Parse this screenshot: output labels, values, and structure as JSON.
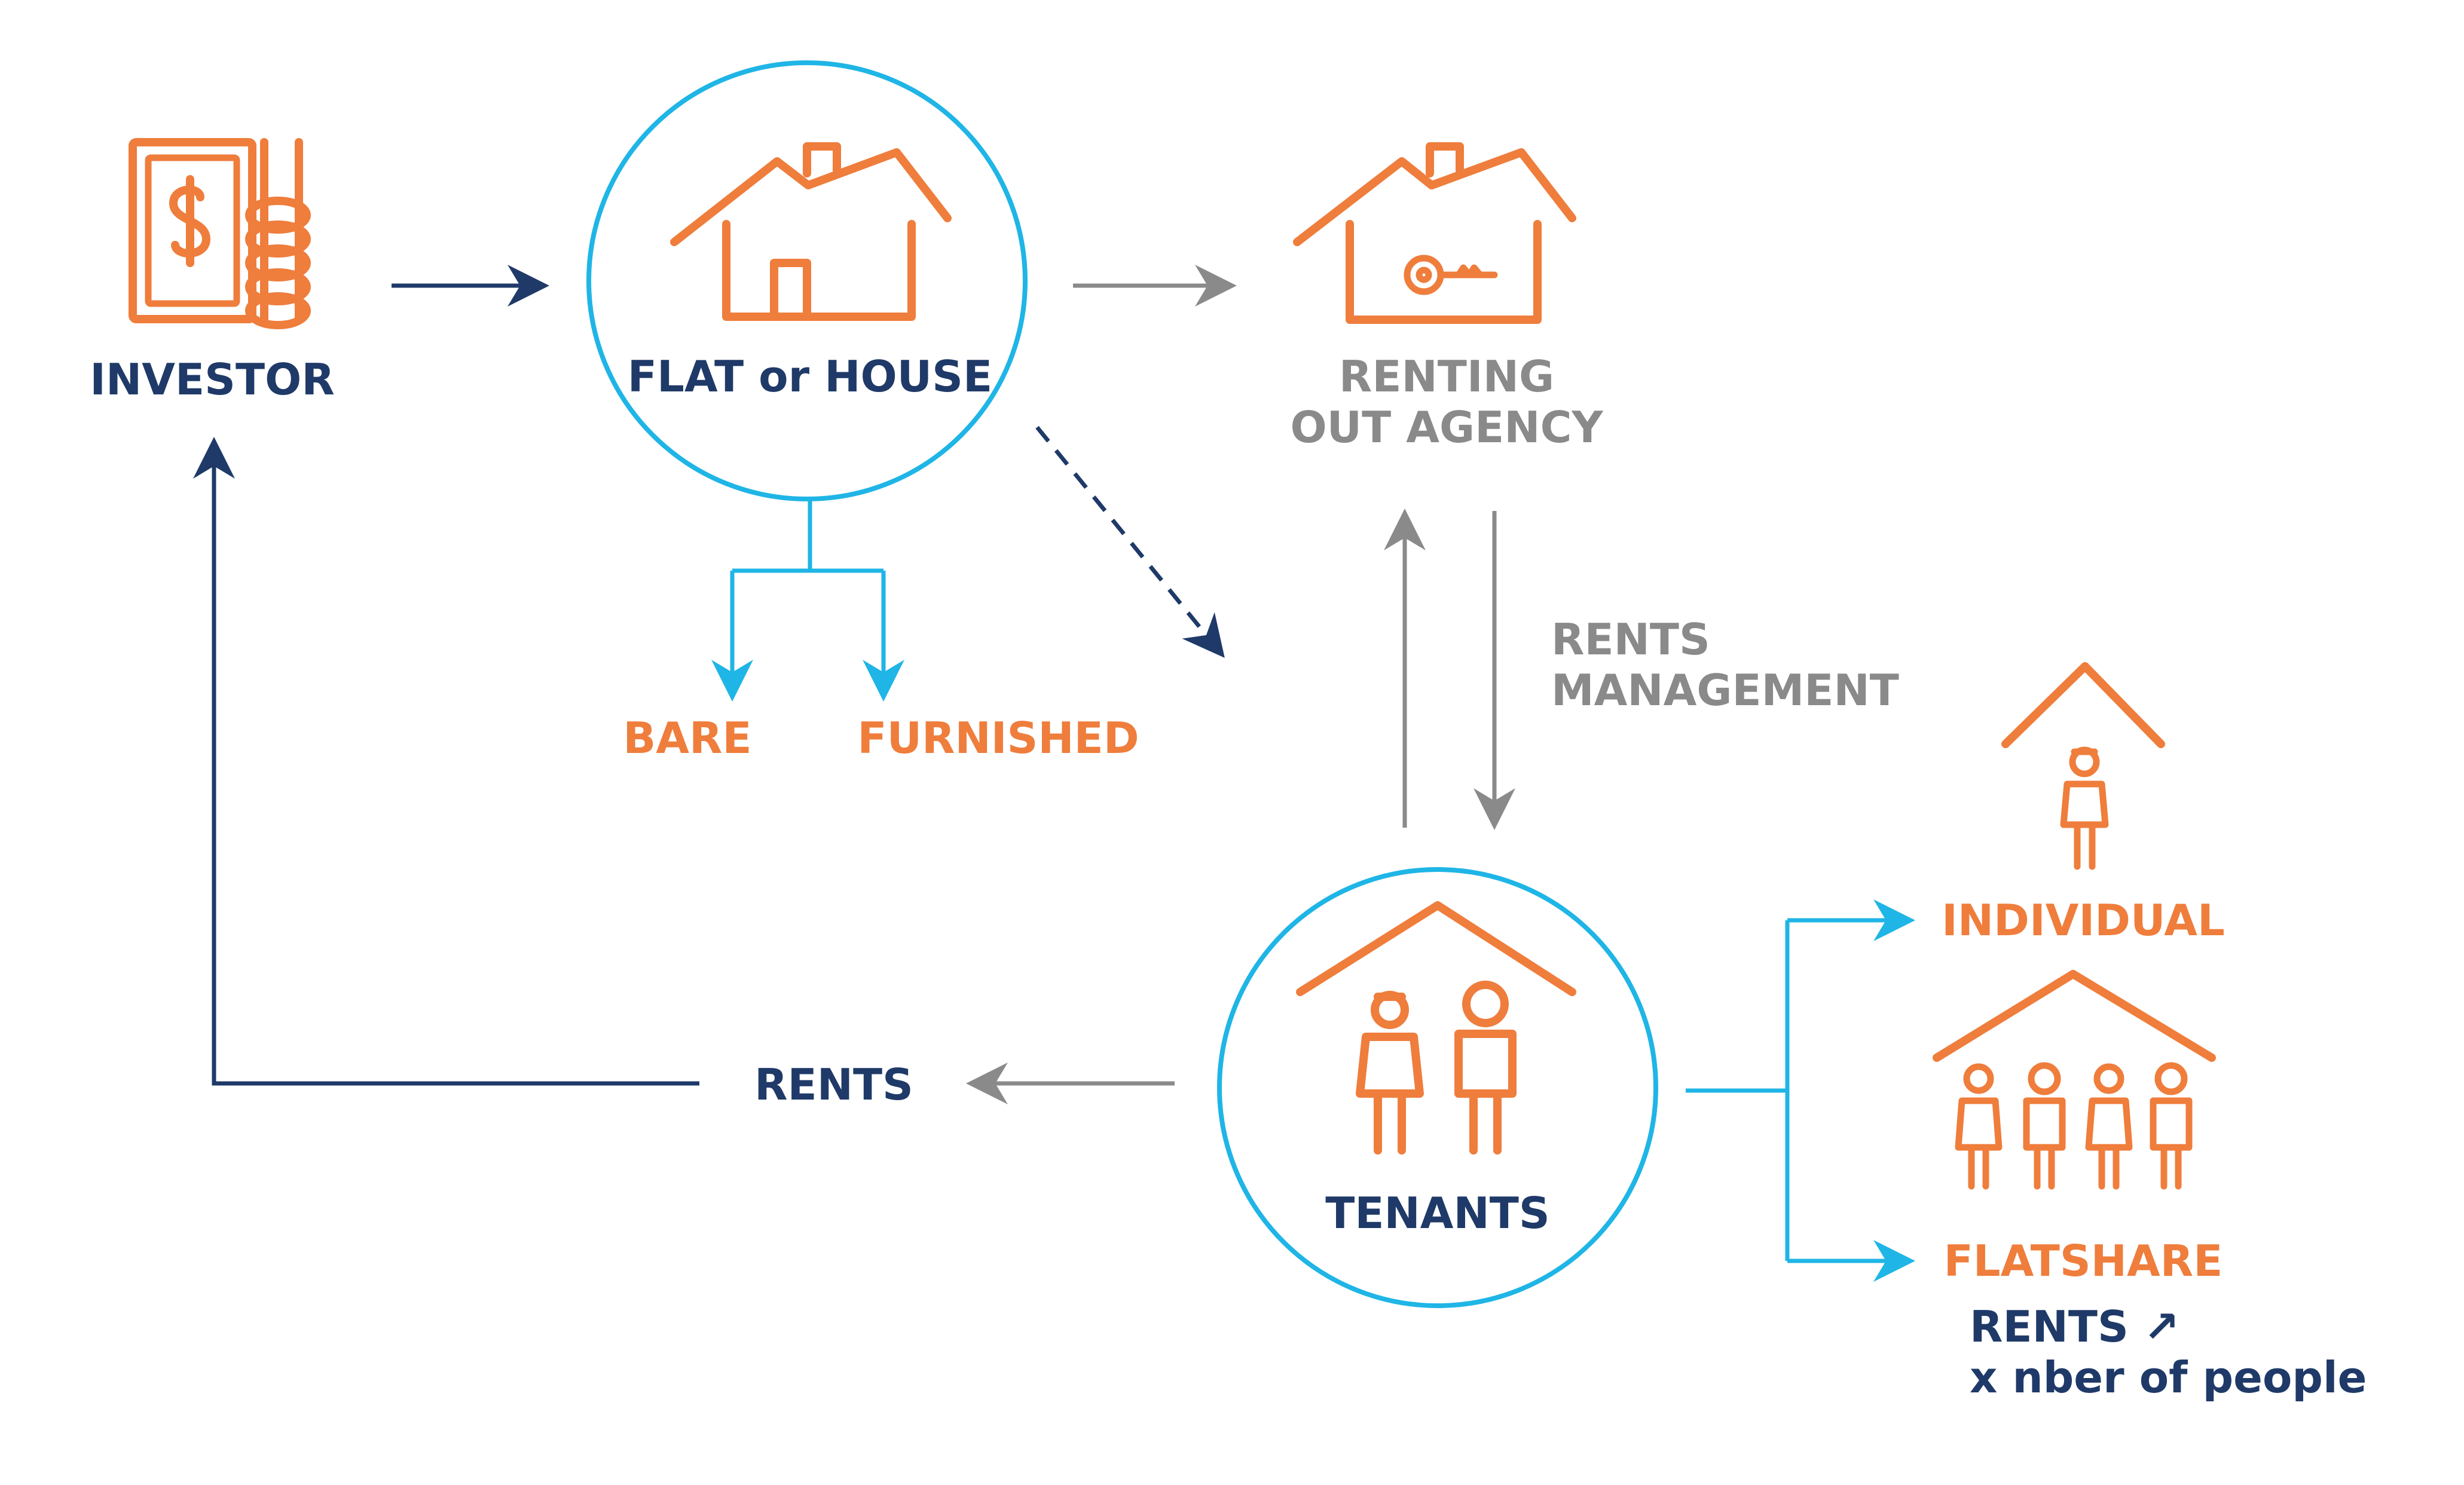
{
  "labels": {
    "investor": "INVESTOR",
    "flat_or_house": "FLAT or HOUSE",
    "renting_out_agency_line1": "RENTING",
    "renting_out_agency_line2": "OUT AGENCY",
    "bare": "BARE",
    "furnished": "FURNISHED",
    "rents_management_line1": "RENTS",
    "rents_management_line2": "MANAGEMENT",
    "rents": "RENTS",
    "tenants": "TENANTS",
    "individual": "INDIVIDUAL",
    "flatshare": "FLATSHARE",
    "flatshare_note_line1": "RENTS ↗",
    "flatshare_note_line2": "x nber of people"
  },
  "icons": {
    "investor": "money-coins-icon",
    "flat_or_house": "house-icon",
    "agency": "house-key-icon",
    "tenants": "couple-under-roof-icon",
    "individual": "person-under-roof-icon",
    "flatshare": "group-under-roof-icon"
  },
  "colors": {
    "navy": "#1f3a68",
    "orange": "#ef7d3c",
    "gray": "#8a8a8a",
    "cyan": "#1fb5e6"
  }
}
